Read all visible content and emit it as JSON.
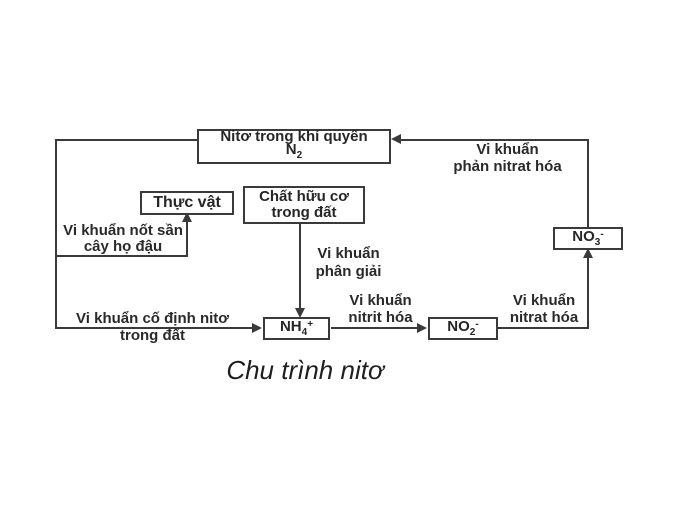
{
  "title": "Chu trình nitơ",
  "colors": {
    "ink": "#3a3a3a",
    "background": "#ffffff"
  },
  "boxes": {
    "atmosphere": {
      "line1": "Nitơ trong khí quyển",
      "formula": {
        "main": "N",
        "sub": "2"
      }
    },
    "plants": {
      "label": "Thực vật"
    },
    "organic": {
      "line1": "Chất hữu cơ",
      "line2": "trong đất"
    },
    "ammonium": {
      "main": "NH",
      "sub": "4",
      "sup": "+"
    },
    "nitrite": {
      "main": "NO",
      "sub": "2",
      "sup": "-"
    },
    "nitrate": {
      "main": "NO",
      "sub": "3",
      "sup": "-"
    }
  },
  "labels": {
    "denitrifying": {
      "line1": "Vi khuẩn",
      "line2": "phản nitrat hóa"
    },
    "root_nodule": {
      "line1": "Vi khuẩn nốt sần",
      "line2": "cây họ đậu"
    },
    "decomposing": {
      "line1": "Vi khuẩn",
      "line2": "phân giải"
    },
    "fixing": {
      "line1": "Vi khuẩn cố định nitơ",
      "line2": "trong đất"
    },
    "nitrite_bacteria": {
      "line1": "Vi khuẩn",
      "line2": "nitrit hóa"
    },
    "nitrate_bacteria": {
      "line1": "Vi khuẩn",
      "line2": "nitrat hóa"
    }
  }
}
